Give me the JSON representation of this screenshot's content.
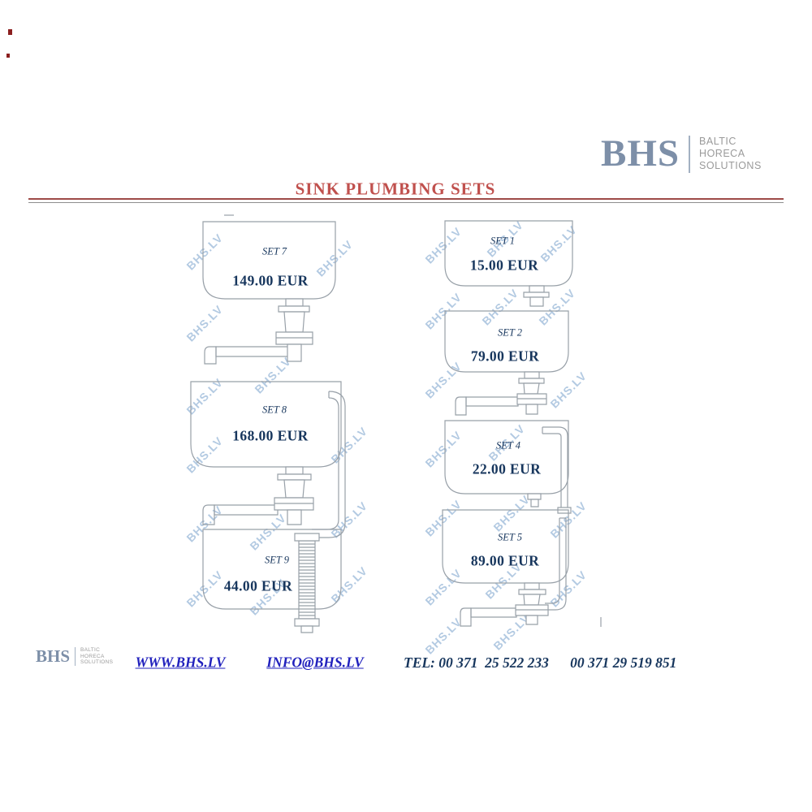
{
  "header": {
    "logo": {
      "text": "BHS",
      "tagline": [
        "BALTIC",
        "HORECA",
        "SOLUTIONS"
      ]
    },
    "title": "SINK PLUMBING SETS"
  },
  "watermark": {
    "text": "BHS.LV"
  },
  "products": {
    "left": [
      {
        "label": "SET 7",
        "price": "149.00 EUR"
      },
      {
        "label": "SET 8",
        "price": "168.00 EUR"
      },
      {
        "label": "SET 9",
        "price": "44.00 EUR"
      }
    ],
    "right": [
      {
        "label": "SET 1",
        "price": "15.00 EUR"
      },
      {
        "label": "SET 2",
        "price": "79.00 EUR"
      },
      {
        "label": "SET 4",
        "price": "22.00 EUR"
      },
      {
        "label": "SET 5",
        "price": "89.00 EUR"
      }
    ]
  },
  "footer": {
    "logo": {
      "text": "BHS",
      "tagline": [
        "BALTIC",
        "HORECA",
        "SOLUTIONS"
      ]
    },
    "website": "WWW.BHS.LV",
    "email": "INFO@BHS.LV",
    "phone": "TEL: 00 371  25 522 233      00 371 29 519 851"
  },
  "colors": {
    "title_red": "#c0504d",
    "navy_text": "#17365d",
    "link_blue": "#2121bd",
    "logo_blue": "#7d8fa8",
    "watermark_blue": "#74a0cb",
    "line_gray": "#98a0a8"
  }
}
